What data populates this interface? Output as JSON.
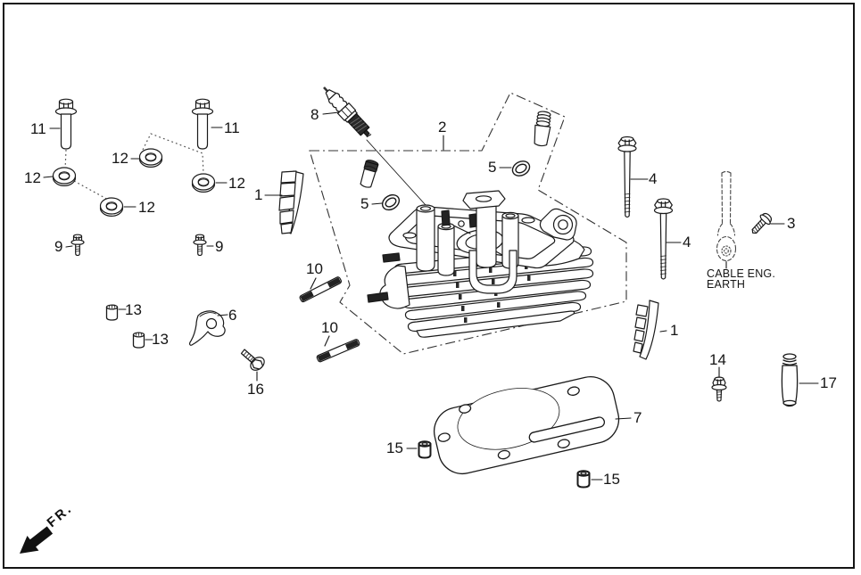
{
  "diagram": {
    "type": "exploded-parts-diagram",
    "subject": "cylinder head assembly",
    "colors": {
      "line": "#1a1a1a",
      "background": "#ffffff",
      "dark_fill": "#222222"
    },
    "callouts": [
      {
        "id": "11-left",
        "text": "11"
      },
      {
        "id": "11-right",
        "text": "11"
      },
      {
        "id": "12-left",
        "text": "12"
      },
      {
        "id": "12-center",
        "text": "12"
      },
      {
        "id": "12-lower",
        "text": "12"
      },
      {
        "id": "12-right",
        "text": "12"
      },
      {
        "id": "9-left",
        "text": "9"
      },
      {
        "id": "9-right",
        "text": "9"
      },
      {
        "id": "1-left",
        "text": "1"
      },
      {
        "id": "8",
        "text": "8"
      },
      {
        "id": "2",
        "text": "2"
      },
      {
        "id": "5-left",
        "text": "5"
      },
      {
        "id": "5-right",
        "text": "5"
      },
      {
        "id": "4-upper",
        "text": "4"
      },
      {
        "id": "4-lower",
        "text": "4"
      },
      {
        "id": "3",
        "text": "3"
      },
      {
        "id": "10-upper",
        "text": "10"
      },
      {
        "id": "10-lower",
        "text": "10"
      },
      {
        "id": "13-upper",
        "text": "13"
      },
      {
        "id": "13-lower",
        "text": "13"
      },
      {
        "id": "6",
        "text": "6"
      },
      {
        "id": "16",
        "text": "16"
      },
      {
        "id": "7",
        "text": "7"
      },
      {
        "id": "15-left",
        "text": "15"
      },
      {
        "id": "15-right",
        "text": "15"
      },
      {
        "id": "14",
        "text": "14"
      },
      {
        "id": "17",
        "text": "17"
      },
      {
        "id": "1-right",
        "text": "1"
      }
    ],
    "annotations": {
      "cable_label_line1": "CABLE ENG.",
      "cable_label_line2": "EARTH",
      "front_marker": "FR."
    }
  }
}
